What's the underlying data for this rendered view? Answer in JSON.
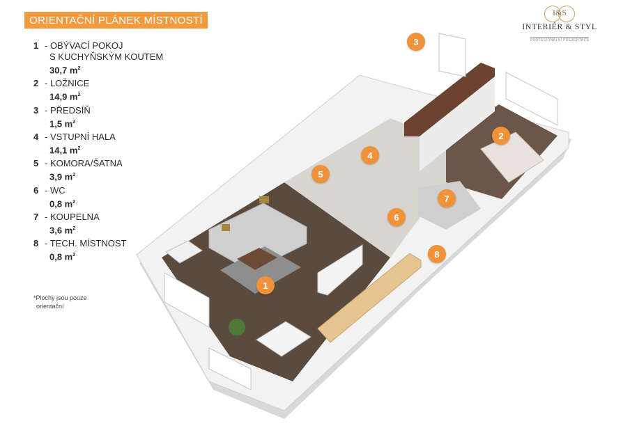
{
  "title": "ORIENTAČNÍ PLÁNEK MÍSTNOSTÍ",
  "logo": {
    "initials": "I&S",
    "name": "INTERIÉR & STYL",
    "subtitle": "PROFESIONÁLNÍ PREZENTACE"
  },
  "legend": [
    {
      "num": "1",
      "lines": [
        "- OBÝVACÍ POKOJ",
        "S KUCHYŇSKÝM KOUTEM"
      ],
      "area": "30,7 m",
      "unit_sup": "2"
    },
    {
      "num": "2",
      "lines": [
        "- LOŽNICE"
      ],
      "area": "14,9 m",
      "unit_sup": "2"
    },
    {
      "num": "3",
      "lines": [
        "- PŘEDSÍŇ"
      ],
      "area": "1,5 m",
      "unit_sup": "2"
    },
    {
      "num": "4",
      "lines": [
        "- VSTUPNÍ HALA"
      ],
      "area": "14,1 m",
      "unit_sup": "2"
    },
    {
      "num": "5",
      "lines": [
        "- KOMORA/ŠATNA"
      ],
      "area": "3,9 m",
      "unit_sup": "2"
    },
    {
      "num": "6",
      "lines": [
        "- WC"
      ],
      "area": "0,8 m",
      "unit_sup": "2"
    },
    {
      "num": "7",
      "lines": [
        "- KOUPELNA"
      ],
      "area": "3,6 m",
      "unit_sup": "2"
    },
    {
      "num": "8",
      "lines": [
        "- TECH. MÍSTNOST"
      ],
      "area": "0,8 m",
      "unit_sup": "2"
    }
  ],
  "note": [
    "*Plochy jsou pouze",
    "orientační"
  ],
  "badges": [
    "1",
    "2",
    "3",
    "4",
    "5",
    "6",
    "7",
    "8"
  ],
  "colors": {
    "accent": "#f0923a",
    "title_bar": "#f19a3e",
    "wood_floor": "#5b4a3e",
    "tile_floor": "#d8d5d0",
    "wall": "#eeeeee"
  }
}
